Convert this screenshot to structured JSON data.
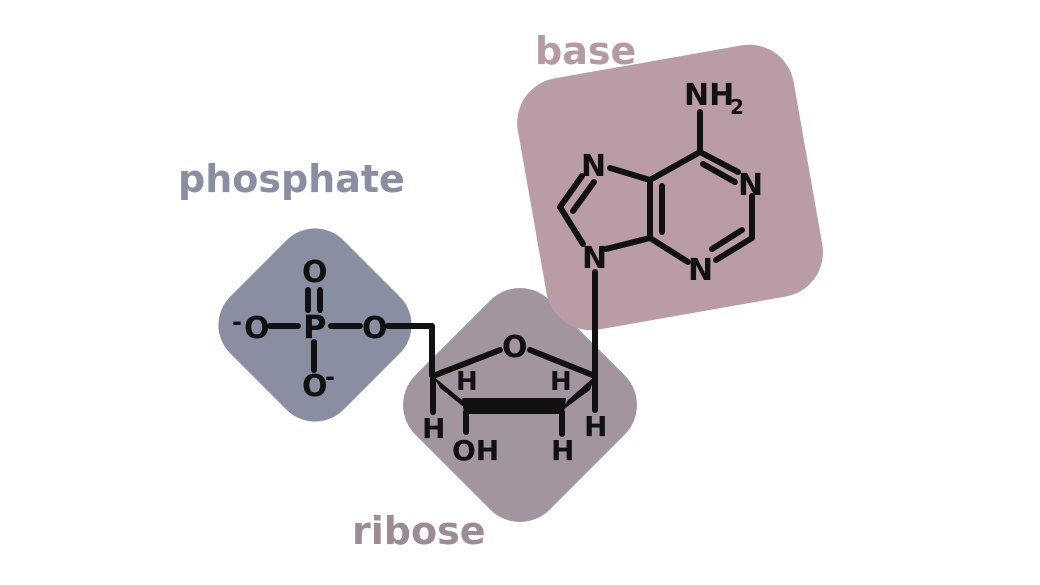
{
  "labels": {
    "phosphate": "phosphate",
    "ribose": "ribose",
    "base": "base"
  },
  "atoms": {
    "phosphorus": "P",
    "oxygen": "O",
    "nitrogen": "N",
    "hydrogen": "H",
    "hydroxyl": "OH",
    "amine": "NH",
    "amine_subscript": "2",
    "charge": "-"
  },
  "colors": {
    "phosphate_fill": "#8a8ea2",
    "ribose_fill": "#a3959f",
    "base_fill": "#b99ca4",
    "phosphate_text": "#8a8ea2",
    "ribose_text": "#9c8c97",
    "base_text": "#b59aa2",
    "bond": "#111111"
  }
}
